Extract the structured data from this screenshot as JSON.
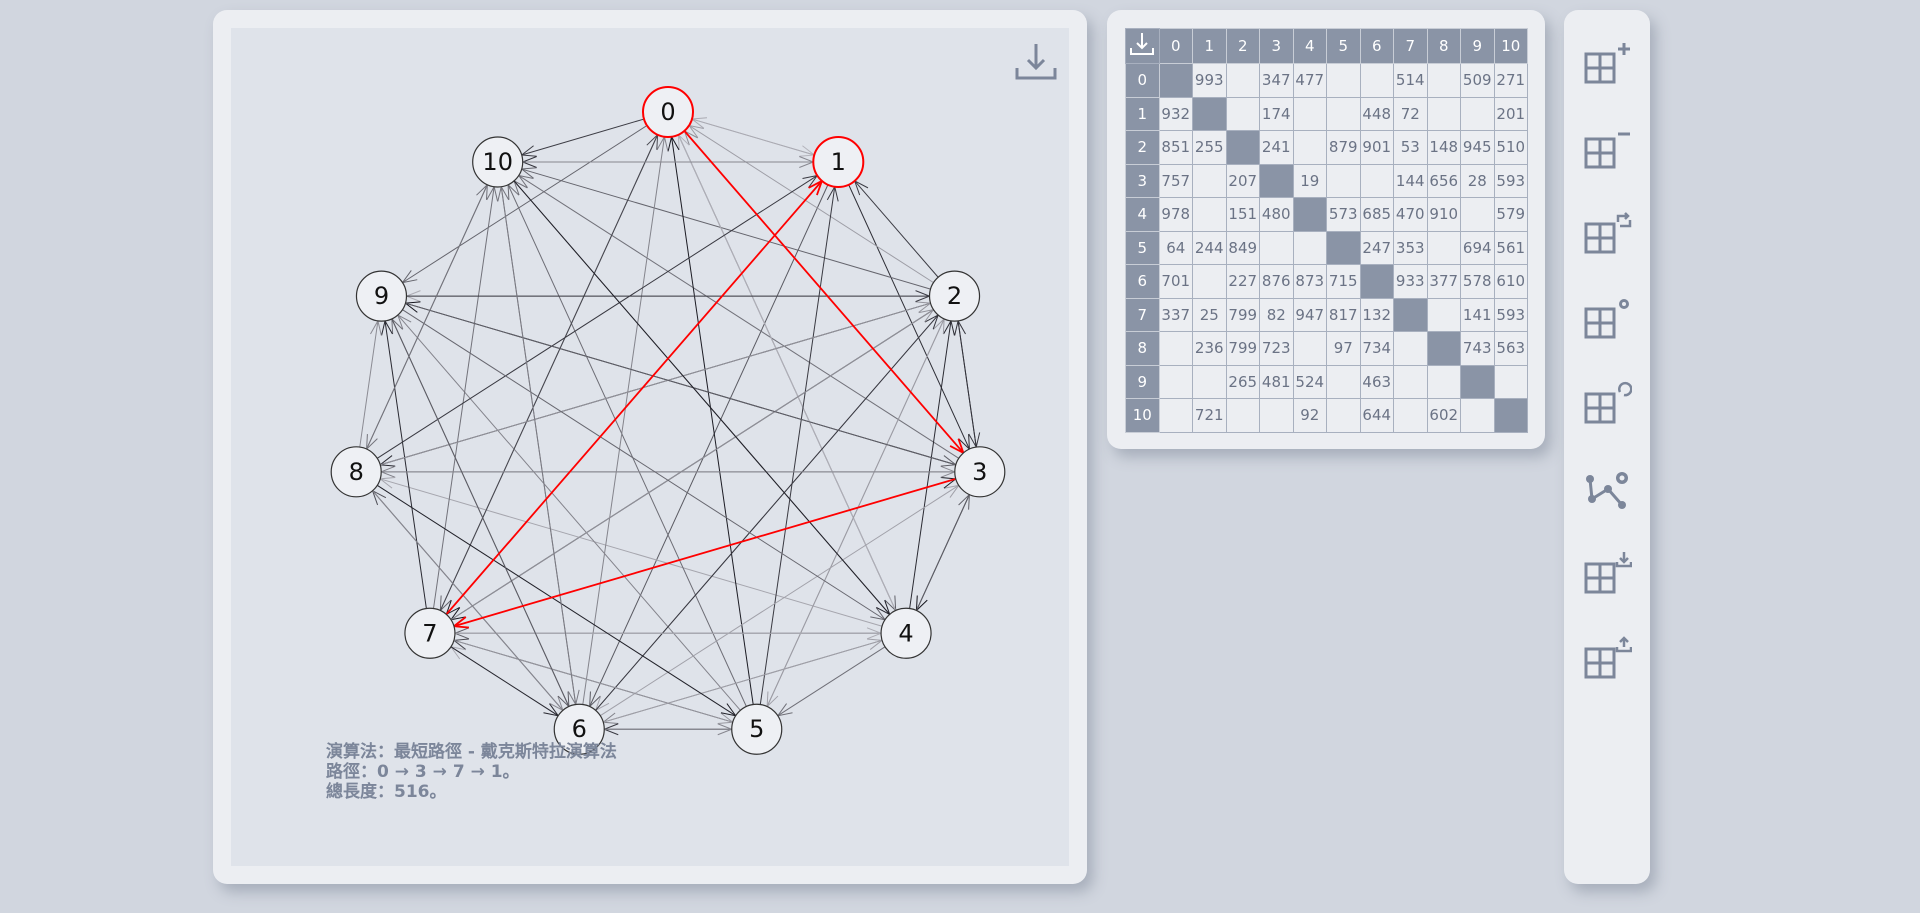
{
  "nodes": [
    "0",
    "1",
    "2",
    "3",
    "4",
    "5",
    "6",
    "7",
    "8",
    "9",
    "10"
  ],
  "matrix": {
    "headers": [
      "0",
      "1",
      "2",
      "3",
      "4",
      "5",
      "6",
      "7",
      "8",
      "9",
      "10"
    ],
    "rows": [
      [
        "",
        "993",
        "",
        "347",
        "477",
        "",
        "",
        "514",
        "",
        "509",
        "271"
      ],
      [
        "932",
        "",
        "",
        "174",
        "",
        "",
        "448",
        "72",
        "",
        "",
        "201"
      ],
      [
        "851",
        "255",
        "",
        "241",
        "",
        "879",
        "901",
        "53",
        "148",
        "945",
        "510"
      ],
      [
        "757",
        "",
        "207",
        "",
        "19",
        "",
        "",
        "144",
        "656",
        "28",
        "593"
      ],
      [
        "978",
        "",
        "151",
        "480",
        "",
        "573",
        "685",
        "470",
        "910",
        "",
        "579"
      ],
      [
        "64",
        "244",
        "849",
        "",
        "",
        "",
        "247",
        "353",
        "",
        "694",
        "561"
      ],
      [
        "701",
        "",
        "227",
        "876",
        "873",
        "715",
        "",
        "933",
        "377",
        "578",
        "610"
      ],
      [
        "337",
        "25",
        "799",
        "82",
        "947",
        "817",
        "132",
        "",
        "",
        "141",
        "593"
      ],
      [
        "",
        "236",
        "799",
        "723",
        "",
        "97",
        "734",
        "",
        "",
        "743",
        "563"
      ],
      [
        "",
        "",
        "265",
        "481",
        "524",
        "",
        "463",
        "",
        "",
        "",
        ""
      ],
      [
        "",
        "721",
        "",
        "",
        "92",
        "",
        "644",
        "",
        "602",
        "",
        ""
      ]
    ]
  },
  "path": [
    "0",
    "3",
    "7",
    "1"
  ],
  "info": {
    "algorithm": "演算法：最短路徑 - 戴克斯特拉演算法",
    "path": "路徑：0 → 3 → 7 → 1。",
    "length": "總長度：516。"
  },
  "colors": {
    "highlight": "#ff0000",
    "header_bg": "#8a94a6",
    "panel_bg": "#eceef2",
    "canvas_bg": "#dfe3ea",
    "icon": "#7c869a"
  },
  "icons": {
    "download": "download-icon",
    "tools": [
      "add-table-icon",
      "remove-table-icon",
      "swap-table-icon",
      "table-settings-icon",
      "reset-table-icon",
      "graph-settings-icon",
      "import-table-icon",
      "export-table-icon"
    ]
  }
}
